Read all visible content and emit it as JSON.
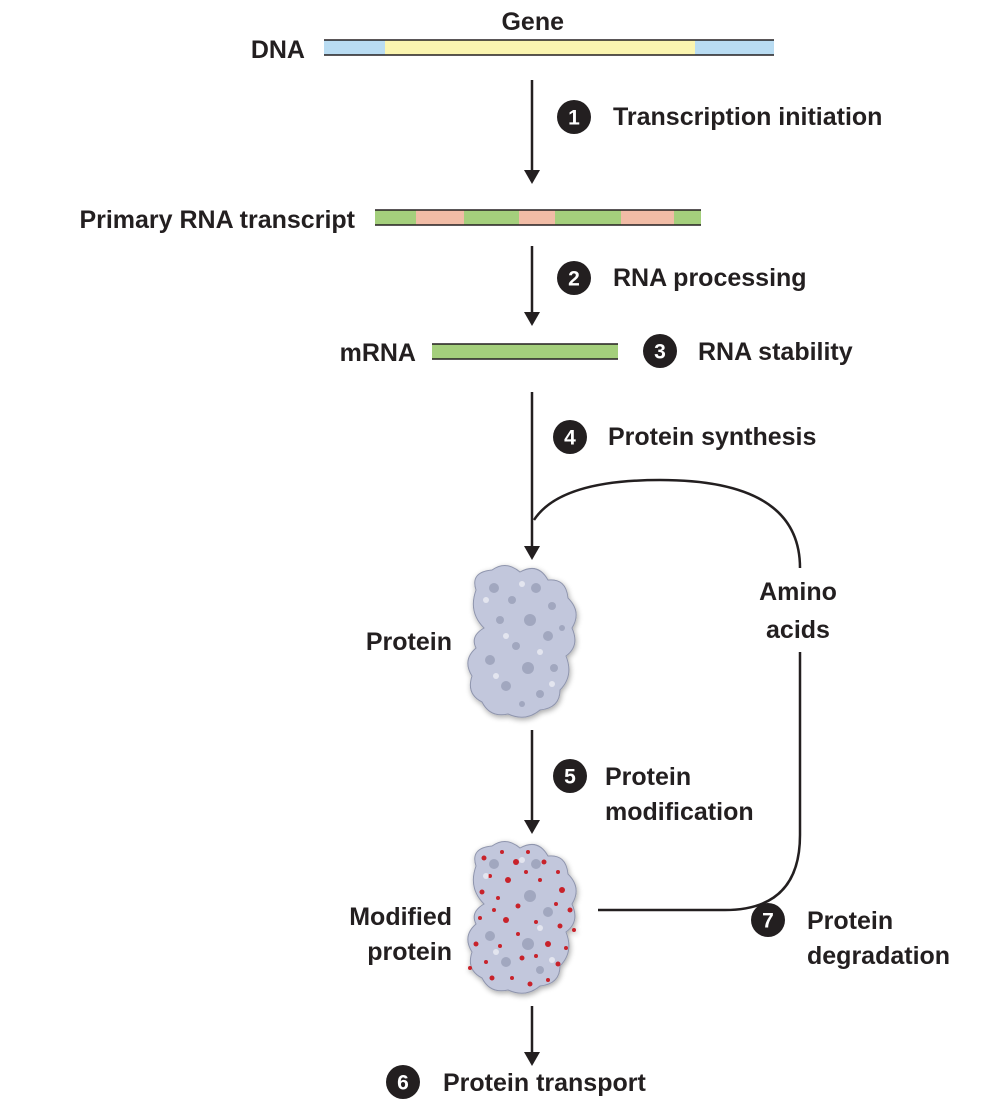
{
  "dna": {
    "label": "DNA",
    "gene_label": "Gene"
  },
  "primary_transcript": {
    "label": "Primary RNA transcript"
  },
  "mrna": {
    "label": "mRNA"
  },
  "protein": {
    "label": "Protein"
  },
  "modified_protein": {
    "label_line1": "Modified",
    "label_line2": "protein"
  },
  "amino_acids": {
    "label_line1": "Amino",
    "label_line2": "acids"
  },
  "steps": [
    {
      "number": "1",
      "label": "Transcription initiation"
    },
    {
      "number": "2",
      "label": "RNA processing"
    },
    {
      "number": "3",
      "label": "RNA stability"
    },
    {
      "number": "4",
      "label": "Protein synthesis"
    },
    {
      "number": "5",
      "label_line1": "Protein",
      "label_line2": "modification"
    },
    {
      "number": "6",
      "label": "Protein transport"
    },
    {
      "number": "7",
      "label_line1": "Protein",
      "label_line2": "degradation"
    }
  ],
  "colors": {
    "dna_flank": "#b9dcf2",
    "gene": "#fbf5b0",
    "exon": "#a4cf7c",
    "intron": "#f1bca6",
    "protein_surface": "#c2c7dc",
    "modification": "#c8232c",
    "badge": "#231f20",
    "line": "#231f20"
  }
}
